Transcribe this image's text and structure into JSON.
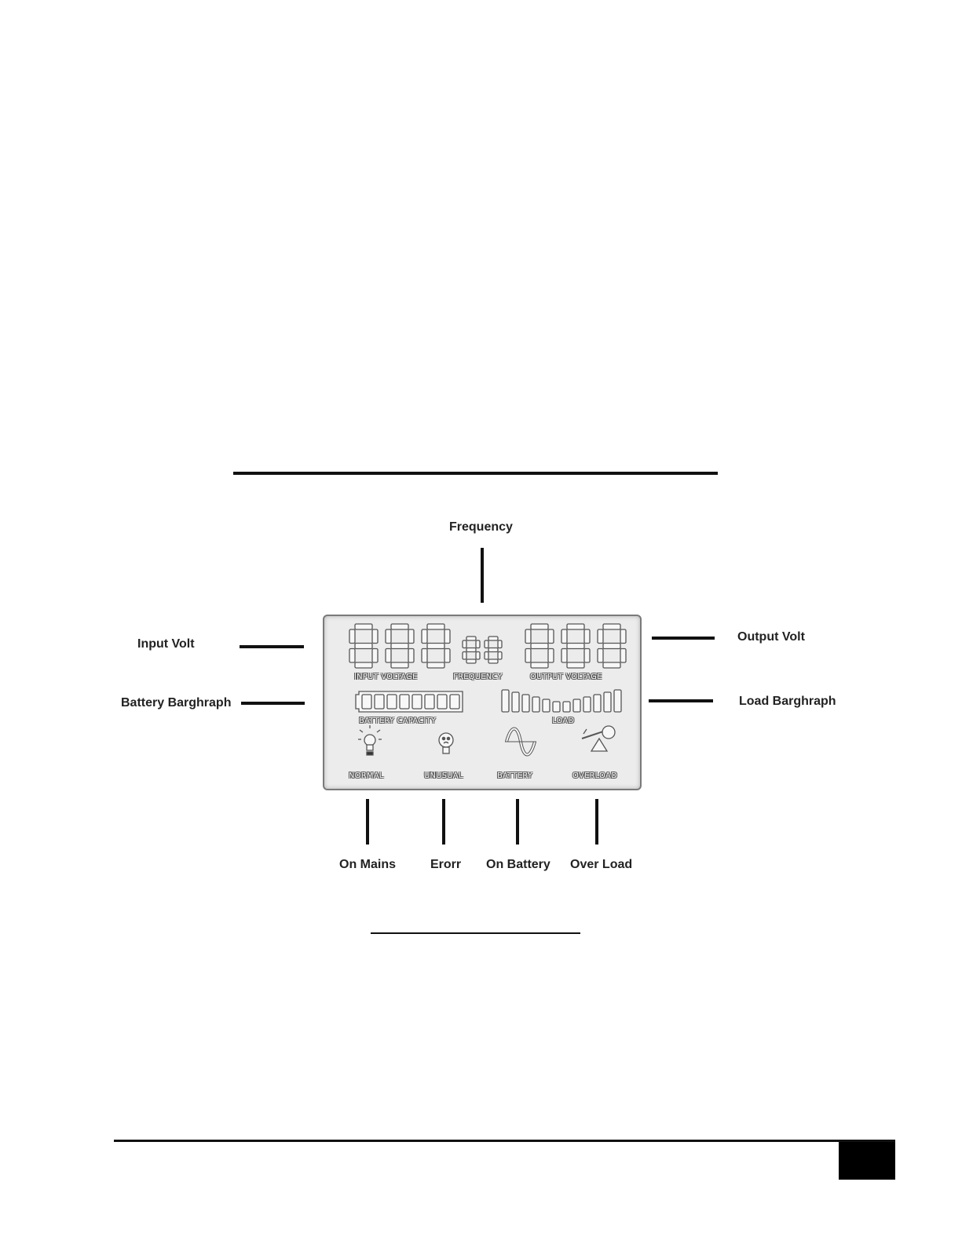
{
  "callouts": {
    "frequency": "Frequency",
    "input_volt": "Input Volt",
    "output_volt": "Output Volt",
    "battery_bargraph": "Battery Barghraph",
    "load_bargraph": "Load Barghraph",
    "on_mains": "On Mains",
    "error": "Erorr",
    "on_battery": "On Battery",
    "over_load": "Over Load"
  },
  "lcd": {
    "input_voltage": "INPUT VOLTAGE",
    "frequency": "FREQUENCY",
    "output_voltage": "OUTPUT VOLTAGE",
    "battery_capacity": "BATTERY CAPACITY",
    "load": "LOAD",
    "normal": "NORMAL",
    "unusual": "UNUSUAL",
    "battery": "BATTERY",
    "overload": "OVERLOAD"
  },
  "icons": [
    "bulb-normal-icon",
    "bulb-unusual-icon",
    "sine-wave-icon",
    "overload-scale-icon"
  ]
}
